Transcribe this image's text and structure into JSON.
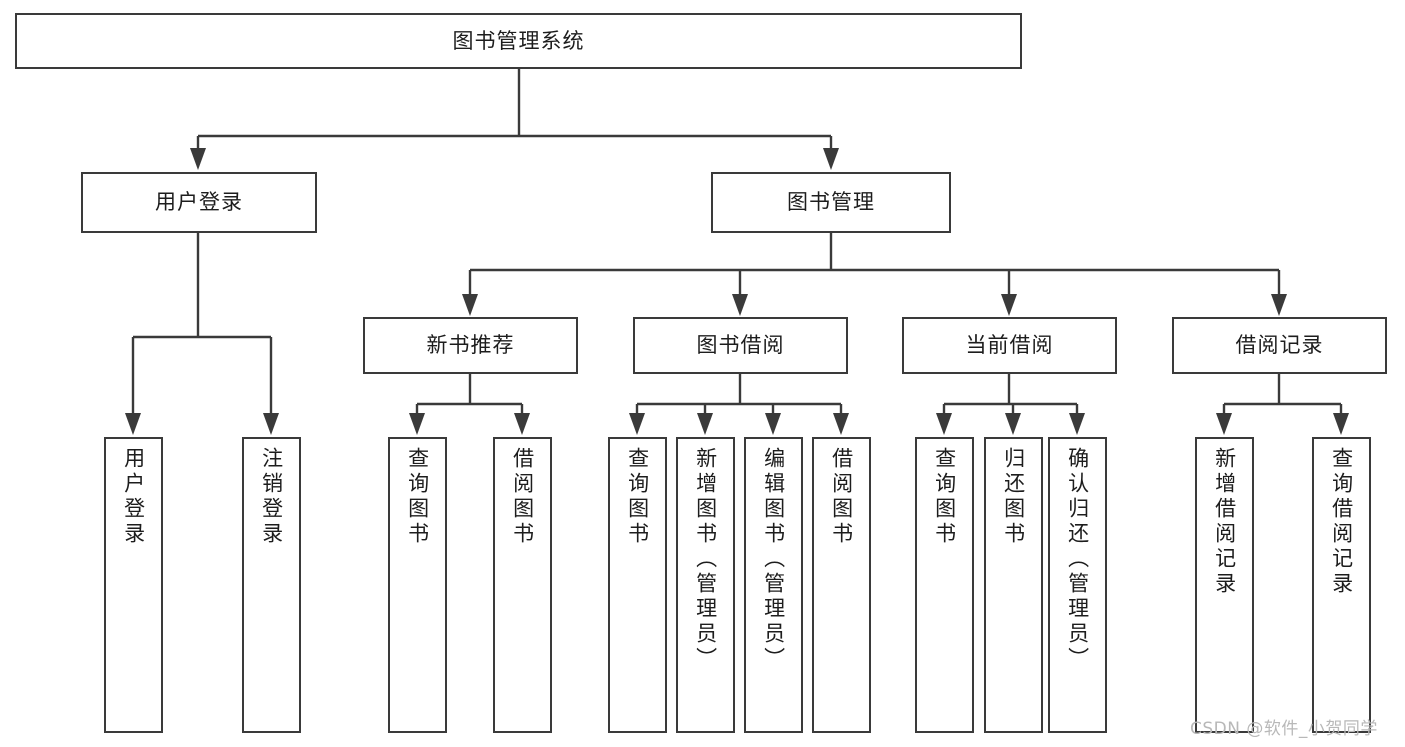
{
  "diagram": {
    "title": "图书管理系统",
    "watermark": "CSDN @软件_小贺同学",
    "colors": {
      "stroke": "#3a3a3a",
      "fill": "#ffffff",
      "text": "#1d1d1d",
      "watermark": "#b8b8b8"
    },
    "root": {
      "label": "图书管理系统"
    },
    "level2": [
      {
        "label": "用户登录"
      },
      {
        "label": "图书管理"
      }
    ],
    "level3": [
      {
        "label": "新书推荐"
      },
      {
        "label": "图书借阅"
      },
      {
        "label": "当前借阅"
      },
      {
        "label": "借阅记录"
      }
    ],
    "leaves": {
      "user_login": [
        {
          "label": "用户登录"
        },
        {
          "label": "注销登录"
        }
      ],
      "new_book": [
        {
          "label": "查询图书"
        },
        {
          "label": "借阅图书"
        }
      ],
      "book_borrow": [
        {
          "label": "查询图书"
        },
        {
          "label": "新增图书（管理员）"
        },
        {
          "label": "编辑图书（管理员）"
        },
        {
          "label": "借阅图书"
        }
      ],
      "current_borrow": [
        {
          "label": "查询图书"
        },
        {
          "label": "归还图书"
        },
        {
          "label": "确认归还（管理员）"
        }
      ],
      "borrow_record": [
        {
          "label": "新增借阅记录"
        },
        {
          "label": "查询借阅记录"
        }
      ]
    }
  }
}
